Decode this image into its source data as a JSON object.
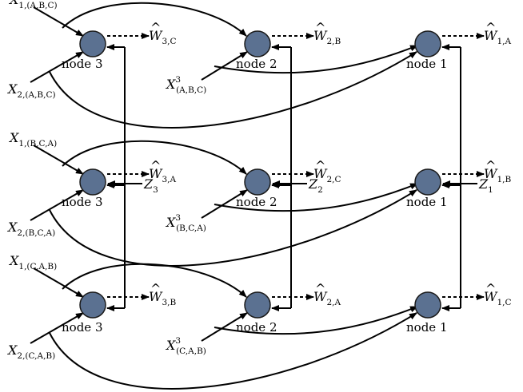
{
  "rows": [
    {
      "inputs": {
        "x1": "1,(A,B,C)",
        "x2": "2,(A,B,C)",
        "x3sub": "(A,B,C)",
        "x3sup": "3"
      },
      "outputs": [
        "3,C",
        "2,B",
        "1,A"
      ],
      "z": [
        "",
        "",
        ""
      ]
    },
    {
      "inputs": {
        "x1": "1,(B,C,A)",
        "x2": "2,(B,C,A)",
        "x3sub": "(B,C,A)",
        "x3sup": "3"
      },
      "outputs": [
        "3,A",
        "2,C",
        "1,B"
      ],
      "z": [
        "3",
        "2",
        "1"
      ]
    },
    {
      "inputs": {
        "x1": "1,(C,A,B)",
        "x2": "2,(C,A,B)",
        "x3sub": "(C,A,B)",
        "x3sup": "3"
      },
      "outputs": [
        "3,B",
        "2,A",
        "1,C"
      ],
      "z": [
        "",
        "",
        ""
      ]
    }
  ],
  "node_labels": [
    "node 3",
    "node 2",
    "node 1"
  ],
  "symbols": {
    "x": "X",
    "w": "W",
    "z": "Z",
    "hat": "^"
  },
  "colors": {
    "node_fill": "#5b7191",
    "node_stroke": "#1a1a1a",
    "line": "#000000"
  }
}
